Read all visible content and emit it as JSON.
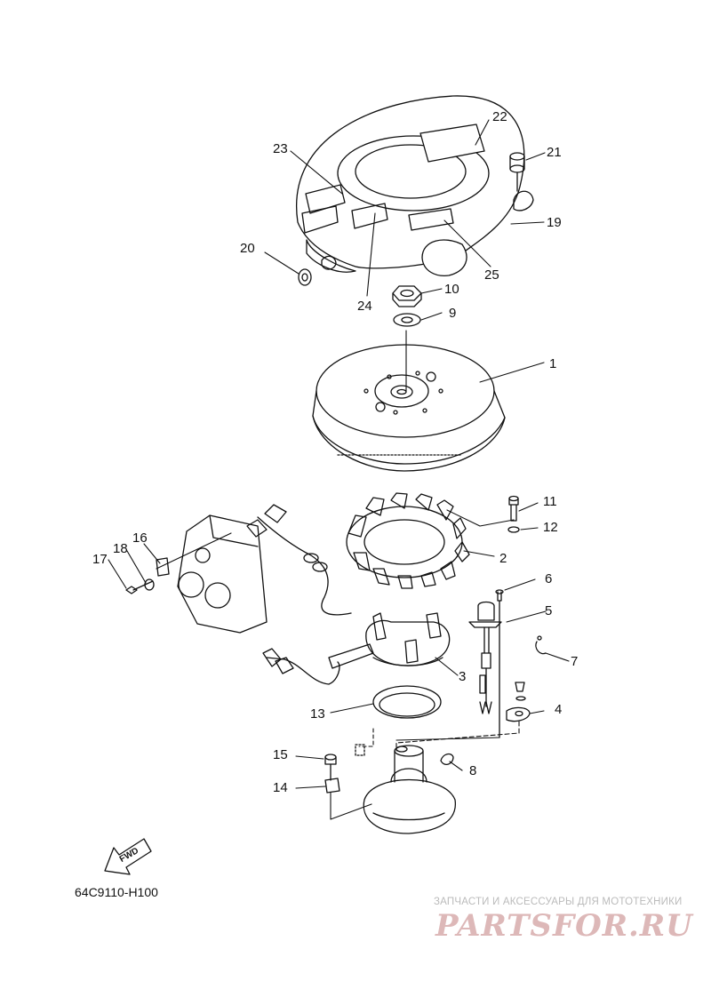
{
  "drawing_code": "64C9110-H100",
  "watermark": {
    "top_text": "ЗАПЧАСТИ И АКСЕССУАРЫ ДЛЯ МОТОТЕХНИКИ",
    "logo_text": "PARTSFOR.RU"
  },
  "direction_arrow": {
    "label": "FWD",
    "icon": "fwd-arrow-icon"
  },
  "callouts": [
    {
      "id": "1",
      "label": "1"
    },
    {
      "id": "2",
      "label": "2"
    },
    {
      "id": "3",
      "label": "3"
    },
    {
      "id": "4",
      "label": "4"
    },
    {
      "id": "5",
      "label": "5"
    },
    {
      "id": "6",
      "label": "6"
    },
    {
      "id": "7",
      "label": "7"
    },
    {
      "id": "8",
      "label": "8"
    },
    {
      "id": "9",
      "label": "9"
    },
    {
      "id": "10",
      "label": "10"
    },
    {
      "id": "11",
      "label": "11"
    },
    {
      "id": "12",
      "label": "12"
    },
    {
      "id": "13",
      "label": "13"
    },
    {
      "id": "14",
      "label": "14"
    },
    {
      "id": "15",
      "label": "15"
    },
    {
      "id": "16",
      "label": "16"
    },
    {
      "id": "17",
      "label": "17"
    },
    {
      "id": "18",
      "label": "18"
    },
    {
      "id": "19",
      "label": "19"
    },
    {
      "id": "20",
      "label": "20"
    },
    {
      "id": "21",
      "label": "21"
    },
    {
      "id": "22",
      "label": "22"
    },
    {
      "id": "23",
      "label": "23"
    },
    {
      "id": "24",
      "label": "24"
    },
    {
      "id": "25",
      "label": "25"
    }
  ]
}
